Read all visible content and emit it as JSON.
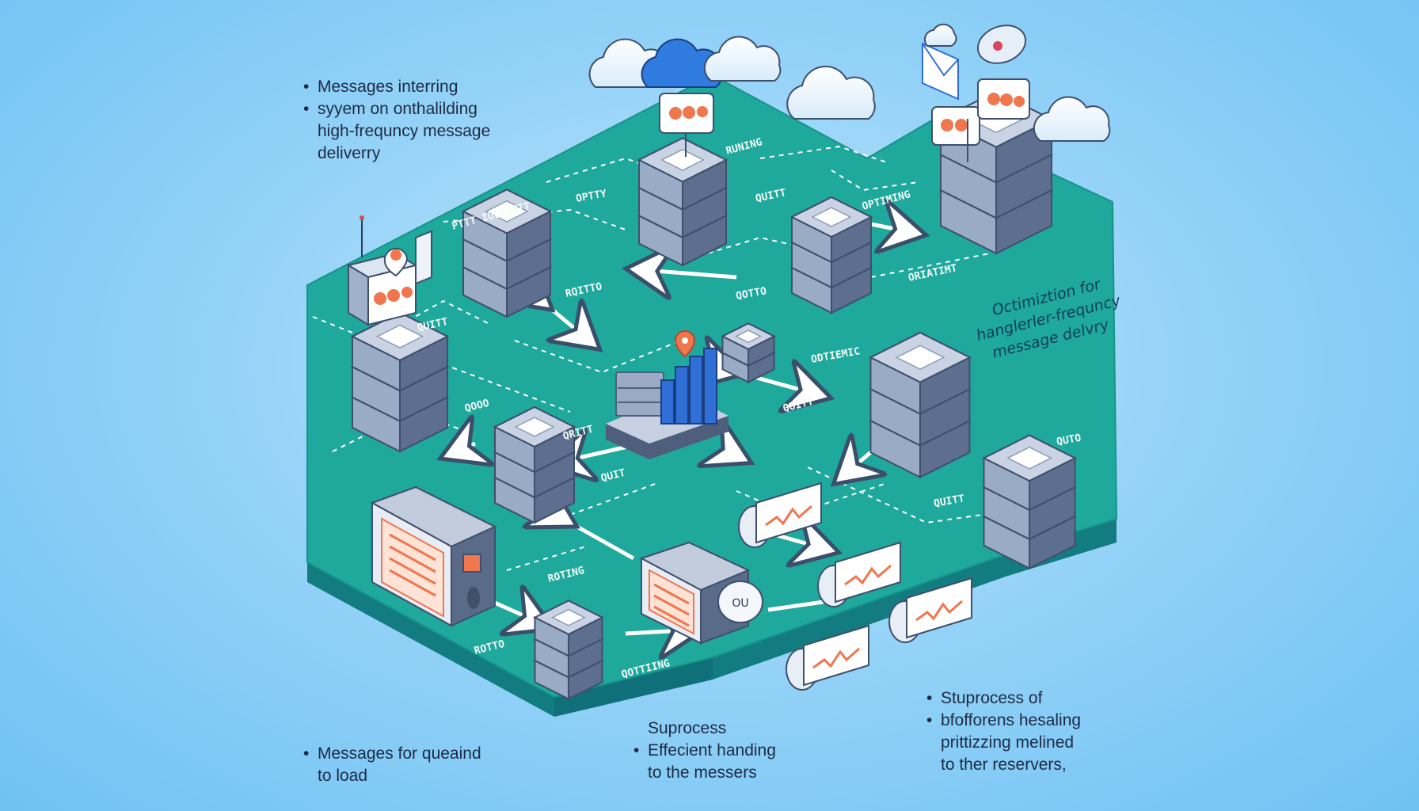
{
  "notes": {
    "top_left": [
      {
        "bullet": "•",
        "text": "Messages interring"
      },
      {
        "bullet": "•",
        "text": "syyem on onthalilding"
      },
      {
        "bullet": "",
        "text": "high-frequncy message"
      },
      {
        "bullet": "",
        "text": "deliverry"
      }
    ],
    "bottom_left": [
      {
        "bullet": "•",
        "text": "Messages for queaind"
      },
      {
        "bullet": "",
        "text": "to load"
      }
    ],
    "bottom_center": [
      {
        "bullet": "",
        "text": "Suprocess"
      },
      {
        "bullet": "•",
        "text": "Effecient handing"
      },
      {
        "bullet": "",
        "text": "to the messers"
      }
    ],
    "bottom_right": [
      {
        "bullet": "•",
        "text": "Stuprocess of"
      },
      {
        "bullet": "•",
        "text": "bfofforens hesaling"
      },
      {
        "bullet": "",
        "text": "prittizzing melined"
      },
      {
        "bullet": "",
        "text": "to ther reservers,"
      }
    ]
  },
  "side_title": [
    "Octimiztion for",
    "hanglerler-frequncy",
    "message delvry"
  ],
  "platform_labels": [
    "PTTT IOGIIMTT",
    "OPTTY",
    "RUNING",
    "QUITT",
    "OPTIMING",
    "QUITT",
    "RQITTO",
    "QOTTO",
    "ORIATIMT",
    "QRITT",
    "ODTIEMIC",
    "QOOO",
    "QUITT",
    "QUIT",
    "QUTO",
    "QUITT",
    "ROTING",
    "QOTTIING",
    "ROTTO"
  ],
  "hub_badge": "OU",
  "colors": {
    "platform_top": "#1ea59a",
    "platform_side": "#137c80",
    "server": "#8a9cba",
    "server_dark": "#4e5e7c",
    "accent_orange": "#f0764e",
    "chart_blue": "#2f6fd6"
  }
}
